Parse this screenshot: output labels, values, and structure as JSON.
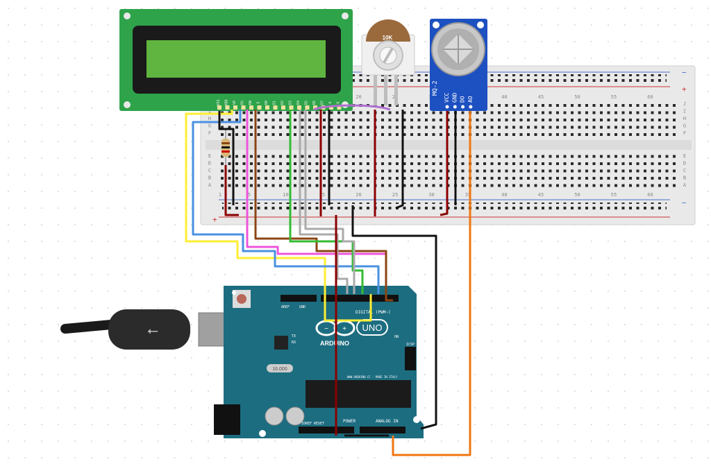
{
  "lcd": {
    "pins": [
      "VSS",
      "VDD",
      "V0",
      "RS",
      "RW",
      "E",
      "D0",
      "D1",
      "D2",
      "D3",
      "D4",
      "D5",
      "D6",
      "D7",
      "A",
      "K"
    ]
  },
  "potentiometer": {
    "label": "10K"
  },
  "sensor": {
    "label": "MQ-2",
    "pins": [
      "VCC",
      "GND",
      "DO",
      "AO"
    ]
  },
  "breadboard": {
    "col_numbers": [
      "1",
      "5",
      "10",
      "15",
      "20",
      "25",
      "30",
      "35",
      "40",
      "45",
      "50",
      "55",
      "60"
    ],
    "row_letters_top": [
      "J",
      "I",
      "H",
      "G",
      "F"
    ],
    "row_letters_bottom": [
      "E",
      "D",
      "C",
      "B",
      "A"
    ],
    "rail_plus": "+",
    "rail_minus": "−"
  },
  "arduino": {
    "brand": "ARDUINO",
    "model": "UNO",
    "digital_label": "DIGITAL (PWM~)",
    "analog_label": "ANALOG IN",
    "power_label": "POWER",
    "aref_label": "AREF",
    "gnd_label": "GND",
    "ioref_label": "IOREF",
    "reset_label": "RESET",
    "on_label": "ON",
    "tx_label": "TX",
    "rx_label": "RX",
    "icsp_label": "ICSP",
    "website": "WWW.ARDUINO.CC - MADE IN ITALY",
    "crystal": "16.000"
  },
  "colors": {
    "wire_yellow": "#ffee33",
    "wire_blue": "#4a90e2",
    "wire_pink": "#ee55dd",
    "wire_brown": "#8b4513",
    "wire_green": "#33bb33",
    "wire_gray": "#aaaaaa",
    "wire_darkred": "#8b0000",
    "wire_black": "#111111",
    "wire_orange": "#ee7711",
    "wire_purple": "#b06fd0",
    "board_teal": "#1c6d80",
    "lcd_green": "#2ea34a",
    "lcd_screen": "#5fb53f",
    "sensor_blue": "#1d50c0"
  }
}
